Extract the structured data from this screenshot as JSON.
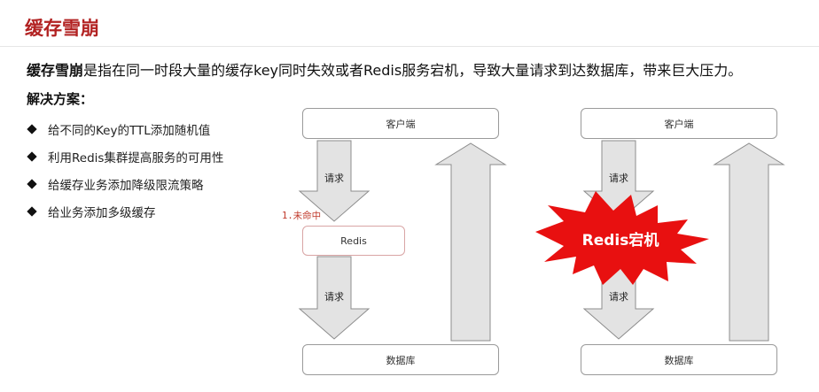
{
  "slide": {
    "title": "缓存雪崩",
    "definition_term": "缓存雪崩",
    "definition_text": "是指在同一时段大量的缓存key同时失效或者Redis服务宕机，导致大量请求到达数据库，带来巨大压力。",
    "solution_heading": "解决方案：",
    "solutions": [
      "给不同的Key的TTL添加随机值",
      "利用Redis集群提高服务的可用性",
      "给缓存业务添加降级限流策略",
      "给业务添加多级缓存"
    ]
  },
  "diagram_left": {
    "client_label": "客户端",
    "request_label_1": "请求",
    "miss_label": "1.未命中",
    "redis_label": "Redis",
    "request_label_2": "请求",
    "db_label": "数据库"
  },
  "diagram_right": {
    "client_label": "客户端",
    "request_label_1": "请求",
    "redis_down_label": "Redis宕机",
    "request_label_2": "请求",
    "db_label": "数据库"
  },
  "colors": {
    "title": "#b22222",
    "burst_fill": "#e81010",
    "arrow_fill": "#e3e3e3",
    "arrow_stroke": "#8c8c8c"
  }
}
